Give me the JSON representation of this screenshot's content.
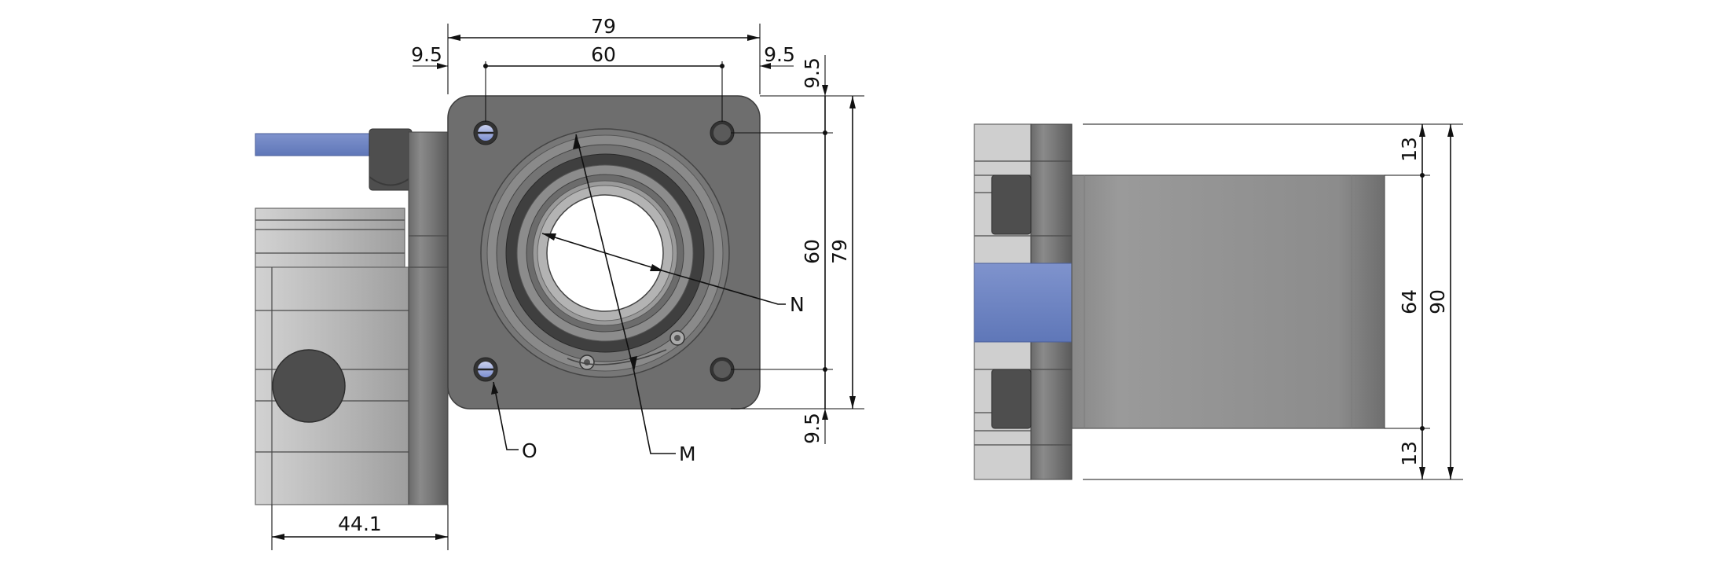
{
  "dimensions": {
    "top_overall": "79",
    "top_bolt_spacing": "60",
    "top_left_offset": "9.5",
    "top_right_offset": "9.5",
    "right_top_offset": "9.5",
    "right_bolt_spacing": "60",
    "right_overall": "79",
    "right_bottom_offset": "9.5",
    "bottom_width": "44.1",
    "side_top": "13",
    "side_middle": "64",
    "side_bottom": "13",
    "side_overall": "90"
  },
  "callouts": {
    "n": "N",
    "m": "M",
    "o": "O"
  },
  "colors": {
    "flange": "#6b6b6b",
    "dark_body": "#545454",
    "housing": "#a8a8a8",
    "cable": "#6d84c2",
    "dim_line": "#111111"
  }
}
